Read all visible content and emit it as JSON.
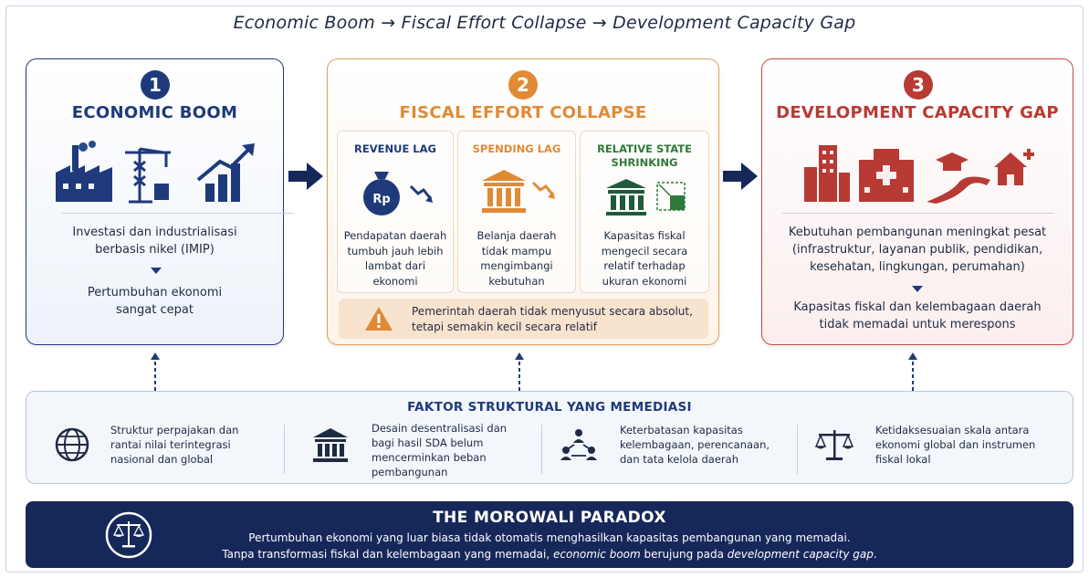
{
  "title": "Economic Boom → Fiscal Effort Collapse → Development Capacity Gap",
  "panels": [
    {
      "number": "1",
      "title": "ECONOMIC BOOM",
      "text1": "Investasi dan industrialisasi berbasis nikel (IMIP)",
      "text2": "Pertumbuhan ekonomi sangat cepat",
      "icons": [
        "factory-icon",
        "crane-icon",
        "growth-chart-icon"
      ]
    },
    {
      "number": "2",
      "title": "FISCAL EFFORT COLLAPSE",
      "columns": [
        {
          "heading": "REVENUE LAG",
          "icon_text": "Rp",
          "text": "Pendapatan daerah tumbuh jauh lebih lambat dari ekonomi"
        },
        {
          "heading": "SPENDING LAG",
          "text": "Belanja daerah tidak mampu mengimbangi kebutuhan"
        },
        {
          "heading": "RELATIVE STATE SHRINKING",
          "text": "Kapasitas fiskal mengecil secara relatif terhadap ukuran ekonomi"
        }
      ],
      "warning": "Pemerintah daerah tidak menyusut secara absolut, tetapi semakin kecil secara relatif"
    },
    {
      "number": "3",
      "title": "DEVELOPMENT CAPACITY GAP",
      "text1": "Kebutuhan pembangunan meningkat pesat (infrastruktur, layanan publik, pendidikan, kesehatan, lingkungan, perumahan)",
      "text2": "Kapasitas fiskal dan kelembagaan daerah tidak memadai untuk merespons",
      "icons": [
        "buildings-icon",
        "hospital-icon",
        "graduation-road-icon",
        "house-icon"
      ]
    }
  ],
  "factors": {
    "title": "FAKTOR STRUKTURAL YANG MEMEDIASI",
    "items": [
      {
        "icon": "globe-icon",
        "text": "Struktur perpajakan dan rantai nilai terintegrasi nasional dan global"
      },
      {
        "icon": "institution-icon",
        "text": "Desain desentralisasi dan bagi hasil SDA belum mencerminkan beban pembangunan"
      },
      {
        "icon": "network-people-icon",
        "text": "Keterbatasan kapasitas kelembagaan, perencanaan, dan tata kelola daerah"
      },
      {
        "icon": "scales-icon",
        "text": "Ketidaksesuaian skala antara ekonomi global dan instrumen fiskal lokal"
      }
    ]
  },
  "paradox": {
    "title": "THE MOROWALI PARADOX",
    "line1": "Pertumbuhan ekonomi yang luar biasa tidak otomatis menghasilkan kapasitas pembangunan yang memadai.",
    "line2_a": "Tanpa transformasi fiskal dan kelembagaan yang memadai, ",
    "line2_b": "economic boom",
    "line2_c": " berujung pada ",
    "line2_d": "development capacity gap",
    "line2_e": "."
  },
  "colors": {
    "navy": "#1f3a7a",
    "orange": "#e08a34",
    "red": "#b83a34",
    "dark_banner": "#16275a"
  }
}
